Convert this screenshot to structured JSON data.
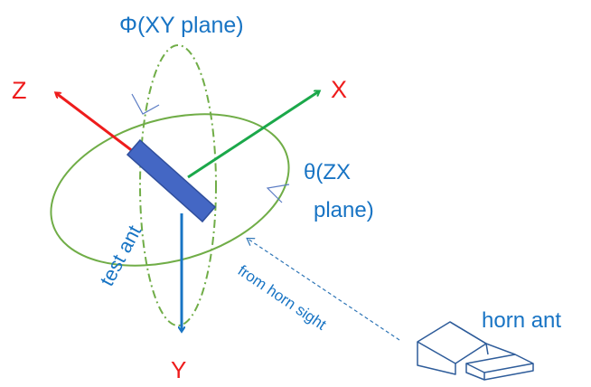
{
  "labels": {
    "phi_plane": "Φ(XY plane)",
    "theta_line1": "θ(ZX",
    "theta_line2": "plane)",
    "axis_x": "X",
    "axis_y": "Y",
    "axis_z": "Z",
    "test_ant": "test ant",
    "from_horn_sight": "from horn sight",
    "horn_ant": "horn ant"
  },
  "colors": {
    "axis_x": "#1BA84A",
    "axis_y": "#1874C4",
    "axis_z": "#EE1C1C",
    "x_label": "#EE1C1C",
    "z_label": "#EE1C1C",
    "y_label": "#EE1C1C",
    "blue_text": "#1874C4",
    "ellipse_green": "#70AD47",
    "antenna_fill": "#4467C4",
    "antenna_stroke": "#2F4E9C",
    "sight_line": "#2E75B6",
    "horn_stroke": "#2E5C9A",
    "arrowhead": "#5B7CC4"
  },
  "icons": {
    "test_antenna": "antenna-block-icon",
    "horn_antenna": "horn-antenna-icon"
  }
}
